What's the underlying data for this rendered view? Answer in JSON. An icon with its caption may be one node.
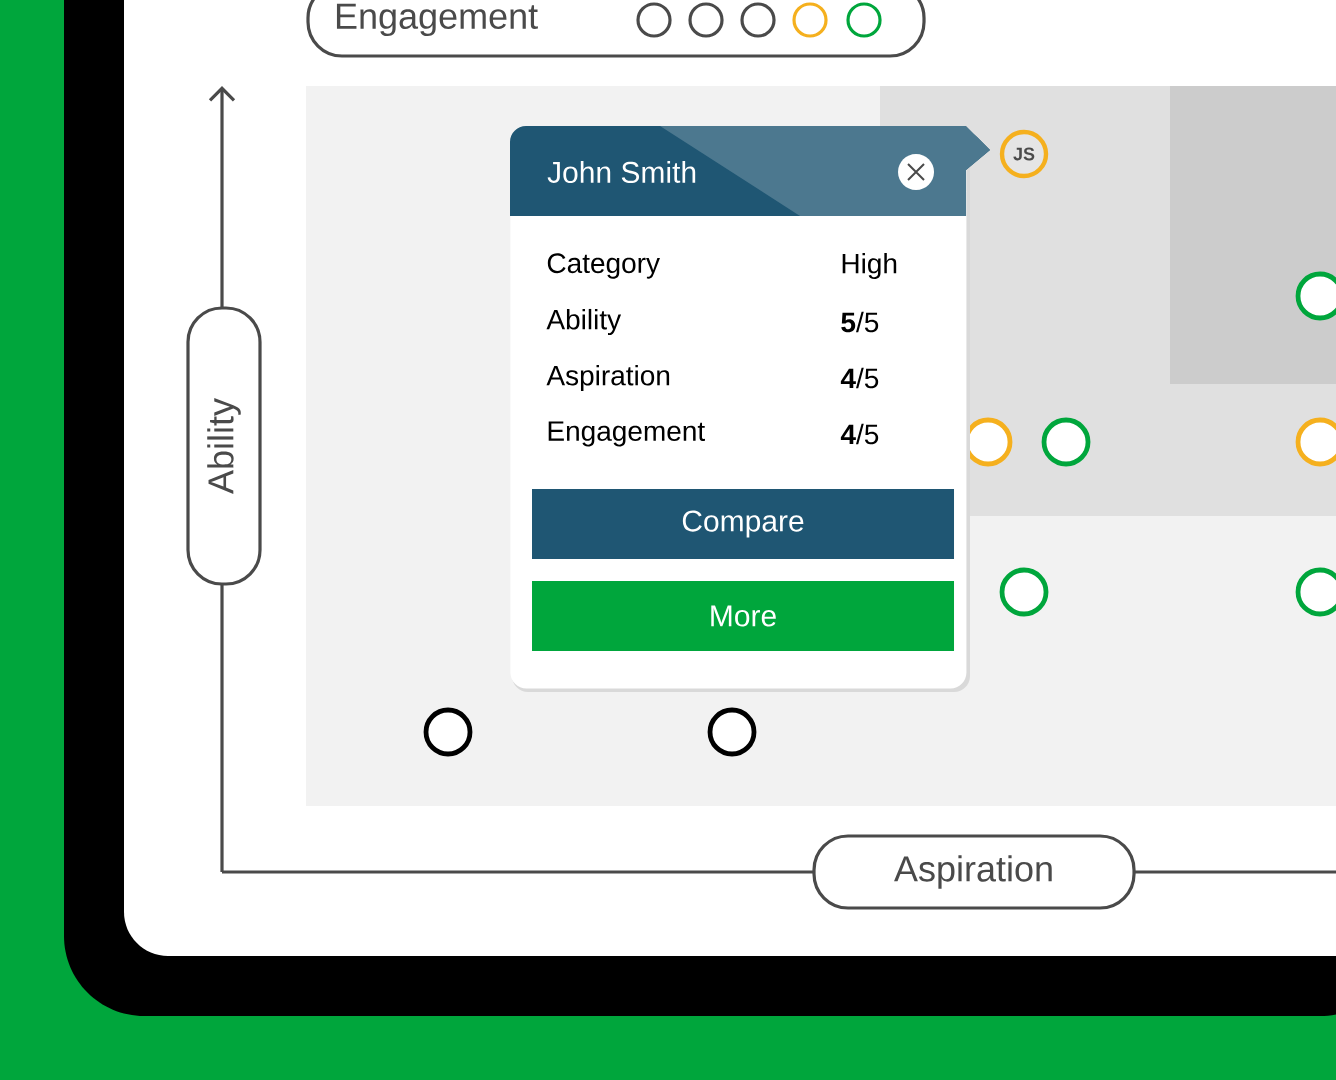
{
  "diagram": {
    "nodes": [
      {
        "text": [
          "John Smith",
          "Category",
          "High",
          "Ability",
          "**5**/5",
          "Aspiration",
          "**4**/5",
          "Engagement",
          "**4**/5"
        ]
      },
      {
        "text": [
          "Compare"
        ],
        "in": 0
      },
      {
        "text": [
          "More"
        ],
        "in": 0
      },
      {
        "text": [
          "JS"
        ]
      },
      {
        "text": [
          "Engagement"
        ]
      },
      {
        "text": [
          "Ability"
        ]
      },
      {
        "text": [
          "Aspiration"
        ]
      },
      {
        "text": [],
        "shape": "circle"
      },
      {
        "text": [],
        "shape": "circle"
      },
      {
        "text": [],
        "shape": "circle"
      },
      {
        "text": [],
        "shape": "circle"
      },
      {
        "text": [],
        "shape": "circle"
      },
      {
        "text": [],
        "shape": "circle"
      },
      {
        "text": [],
        "shape": "circle"
      },
      {
        "text": [],
        "shape": "circle"
      }
    ]
  }
}
